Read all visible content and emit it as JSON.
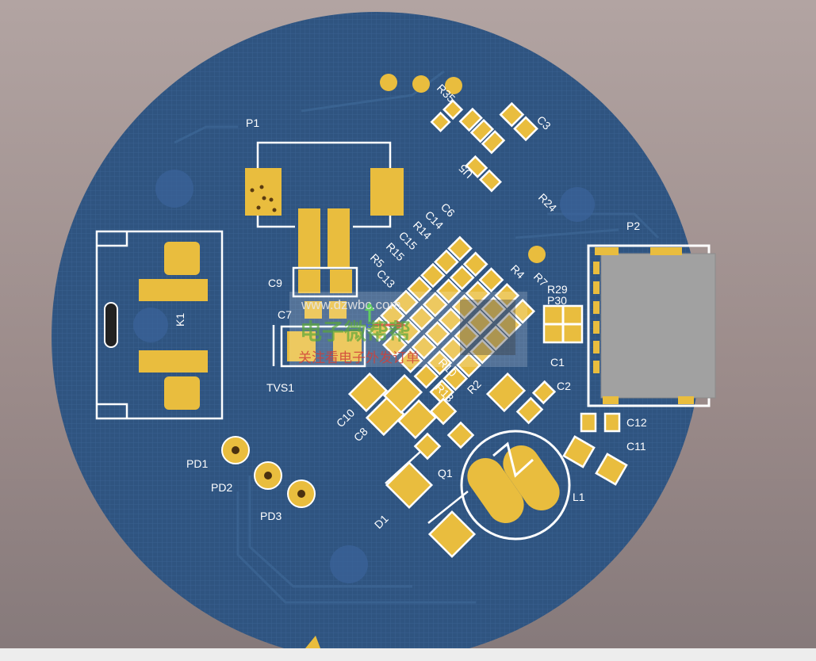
{
  "board": {
    "colors": {
      "board": "#2d4f78",
      "pad": "#e9bd3e",
      "silk": "#ffffff",
      "background": "#9a8a89"
    },
    "designators": {
      "P1": "P1",
      "K1": "K1",
      "TVS1": "TVS1",
      "C9": "C9",
      "C7": "C7",
      "C6": "C6",
      "C14": "C14",
      "R14": "R14",
      "C15": "C15",
      "R15": "R15",
      "C13": "C13",
      "R5": "R5",
      "R4": "R4",
      "R7": "R7",
      "R35": "R35",
      "C3": "C3",
      "U5": "U5",
      "R24": "R24",
      "P2": "P2",
      "R29": "R29",
      "P30": "P30",
      "C1": "C1",
      "C2": "C2",
      "C12": "C12",
      "C11": "C11",
      "L1": "L1",
      "Q1": "Q1",
      "D1": "D1",
      "PD1": "PD1",
      "PD2": "PD2",
      "PD3": "PD3",
      "C10": "C10",
      "C8": "C8",
      "R13": "R13",
      "R10": "R10",
      "R2": "R2"
    }
  },
  "watermark": {
    "url": "www.dzwbc.com",
    "name": "电子微帮帮",
    "slogan": "关注看电子外发订单"
  }
}
